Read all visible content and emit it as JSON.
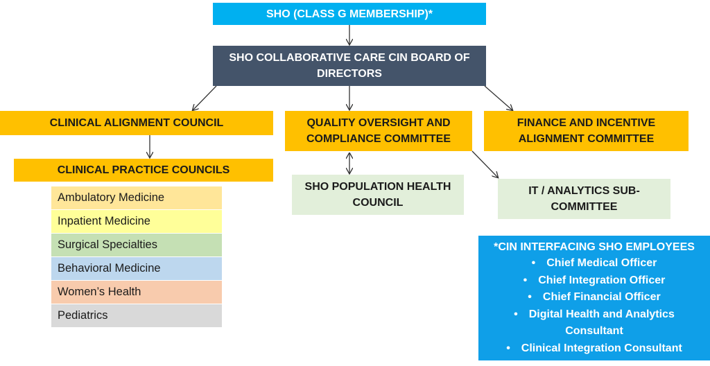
{
  "nodes": {
    "sho": {
      "label": "SHO (CLASS G MEMBERSHIP)*",
      "color": "#00b0f0"
    },
    "board": {
      "line1": "SHO COLLABORATIVE CARE CIN BOARD OF",
      "line2": "DIRECTORS",
      "color": "#44546a"
    },
    "clinical_alignment": {
      "label": "CLINICAL ALIGNMENT COUNCIL",
      "color": "#ffc000"
    },
    "quality": {
      "line1": "QUALITY OVERSIGHT AND",
      "line2": "COMPLIANCE COMMITTEE",
      "color": "#ffc000"
    },
    "finance": {
      "line1": "FINANCE AND INCENTIVE",
      "line2": "ALIGNMENT COMMITTEE",
      "color": "#ffc000"
    },
    "clinical_practice": {
      "label": "CLINICAL PRACTICE COUNCILS",
      "color": "#ffc000"
    },
    "population_health": {
      "line1": "SHO POPULATION HEALTH",
      "line2": "COUNCIL",
      "color": "#e2efda"
    },
    "it_analytics": {
      "line1": "IT / ANALYTICS SUB-",
      "line2": "COMMITTEE",
      "color": "#e2efda"
    }
  },
  "councils": [
    {
      "label": "Ambulatory Medicine",
      "color": "#ffe699"
    },
    {
      "label": "Inpatient Medicine",
      "color": "#ffff99"
    },
    {
      "label": "Surgical Specialties",
      "color": "#c5e0b4"
    },
    {
      "label": "Behavioral Medicine",
      "color": "#bdd7ee"
    },
    {
      "label": "Women’s Health",
      "color": "#f8cbad"
    },
    {
      "label": "Pediatrics",
      "color": "#d9d9d9"
    }
  ],
  "employees": {
    "title": "*CIN INTERFACING SHO EMPLOYEES",
    "bullet": "•",
    "items": [
      "Chief Medical Officer",
      "Chief Integration Officer",
      "Chief Financial Officer",
      "Digital Health and Analytics Consultant",
      "Clinical Integration Consultant"
    ],
    "color": "#0f9fe8"
  }
}
